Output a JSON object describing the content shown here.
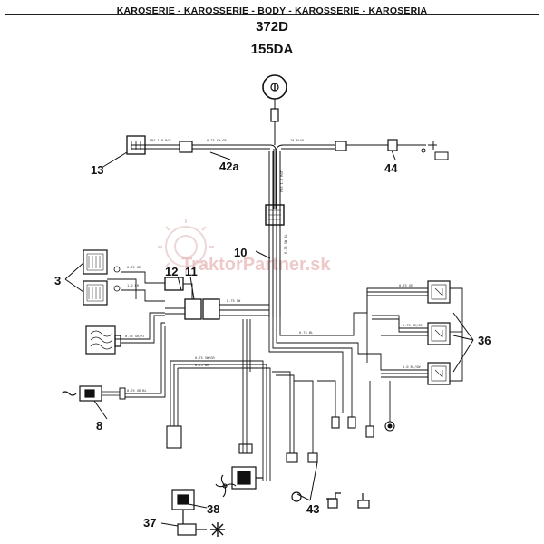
{
  "header": {
    "title": "KAROSERIE - KAROSSERIE - BODY - KAROSSERIE - KAROSERIA",
    "model": "372D",
    "variant": "155DA"
  },
  "watermark": {
    "text": "TraktorPartner.sk"
  },
  "callouts": {
    "c3": "3",
    "c8": "8",
    "c10": "10",
    "c11": "11",
    "c12": "12",
    "c13": "13",
    "c36": "36",
    "c37": "37",
    "c38": "38",
    "c42a": "42a",
    "c43": "43",
    "c44": "44"
  }
}
